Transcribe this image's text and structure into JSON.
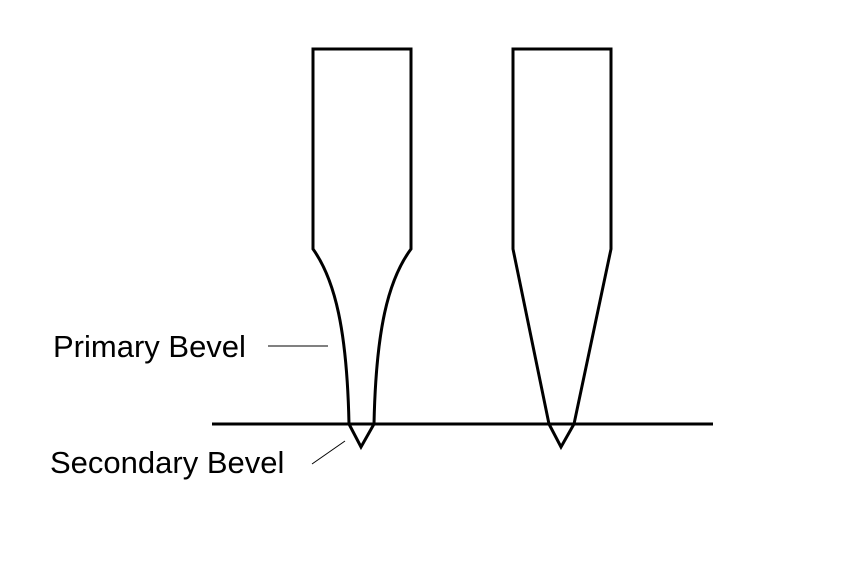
{
  "diagram": {
    "title": "",
    "labels": {
      "primary_bevel": "Primary Bevel",
      "secondary_bevel": "Secondary Bevel"
    },
    "shapes": [
      {
        "name": "convex-curved-tip",
        "description": "Blade with curved (convex) primary bevel and small secondary bevel"
      },
      {
        "name": "straight-tapered-tip",
        "description": "Blade with straight tapered primary bevel and small secondary bevel"
      }
    ],
    "colors": {
      "stroke": "#000000",
      "background": "#ffffff"
    }
  }
}
